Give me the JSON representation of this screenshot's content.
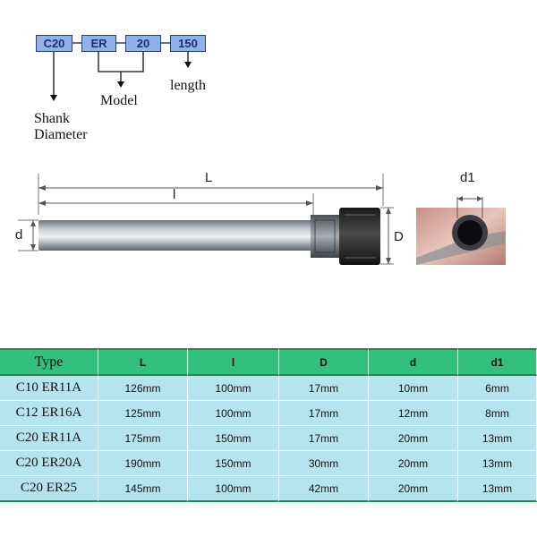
{
  "code": {
    "segments": [
      "C20",
      "ER",
      "20",
      "150"
    ],
    "labels": {
      "shank_line1": "Shank",
      "shank_line2": "Diameter",
      "model": "Model",
      "length": "length"
    }
  },
  "dimensions": {
    "L": "L",
    "l": "l",
    "d": "d",
    "D": "D",
    "d1": "d1"
  },
  "table": {
    "headers": [
      "Type",
      "L",
      "l",
      "D",
      "d",
      "d1"
    ],
    "rows": [
      [
        "C10 ER11A",
        "126mm",
        "100mm",
        "17mm",
        "10mm",
        "6mm"
      ],
      [
        "C12 ER16A",
        "125mm",
        "100mm",
        "17mm",
        "12mm",
        "8mm"
      ],
      [
        "C20 ER11A",
        "175mm",
        "150mm",
        "17mm",
        "20mm",
        "13mm"
      ],
      [
        "C20 ER20A",
        "190mm",
        "150mm",
        "30mm",
        "20mm",
        "13mm"
      ],
      [
        "C20 ER25",
        "145mm",
        "100mm",
        "42mm",
        "20mm",
        "13mm"
      ]
    ]
  },
  "colors": {
    "code_box": "#8fb2ec",
    "header_row": "#33c07c",
    "data_row": "#b5e3ee"
  }
}
